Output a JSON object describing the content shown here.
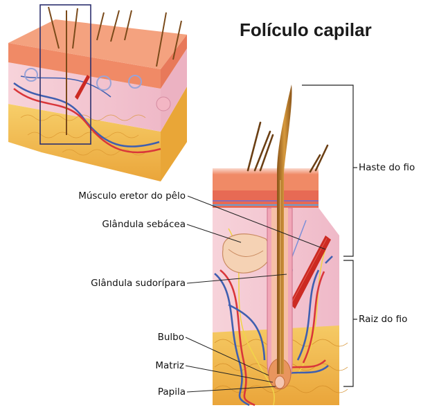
{
  "title": "Folículo capilar",
  "labels": {
    "musculo": "Músculo eretor do pêlo",
    "sebacea": "Glândula sebácea",
    "sudoripara": "Glândula sudorípara",
    "bulbo": "Bulbo",
    "matriz": "Matriz",
    "papila": "Papila",
    "haste": "Haste do fio",
    "raiz": "Raiz do fio"
  },
  "colors": {
    "epidermis": "#f08a66",
    "dermis": "#f4c6cf",
    "fat": "#f2b23e",
    "hair": "#b8762a",
    "muscle": "#cc2a22",
    "vein": "#3f5fb0",
    "artery": "#d9363a",
    "nerve": "#f1d44a"
  }
}
